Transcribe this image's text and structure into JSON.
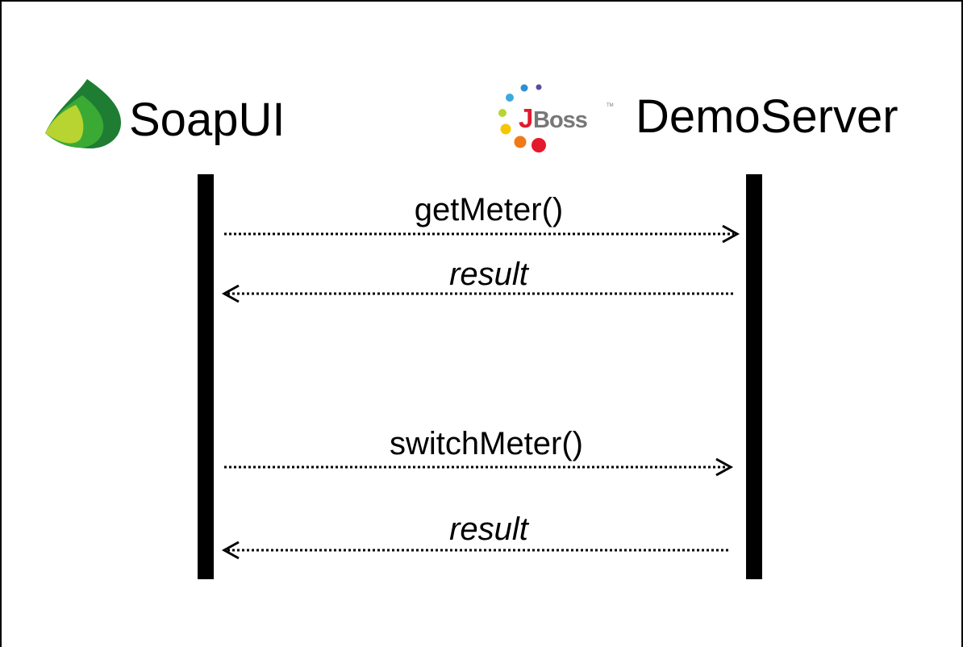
{
  "participants": {
    "client": {
      "label": "SoapUI",
      "logo_icon": "soapui-leaf-icon",
      "logo_colors": [
        "#9ccc2a",
        "#3aaa35",
        "#1e7d32"
      ]
    },
    "server": {
      "label": "DemoServer",
      "logo_icon": "jboss-logo-icon",
      "logo_text": "JBoss",
      "logo_colors": [
        "#e4192b",
        "#f7a600",
        "#3aaadc",
        "#5b4b9b"
      ]
    }
  },
  "messages": [
    {
      "label": "getMeter()",
      "direction": "client-to-server",
      "style": "normal"
    },
    {
      "label": "result",
      "direction": "server-to-client",
      "style": "italic"
    },
    {
      "label": "switchMeter()",
      "direction": "client-to-server",
      "style": "normal"
    },
    {
      "label": "result",
      "direction": "server-to-client",
      "style": "italic"
    }
  ]
}
